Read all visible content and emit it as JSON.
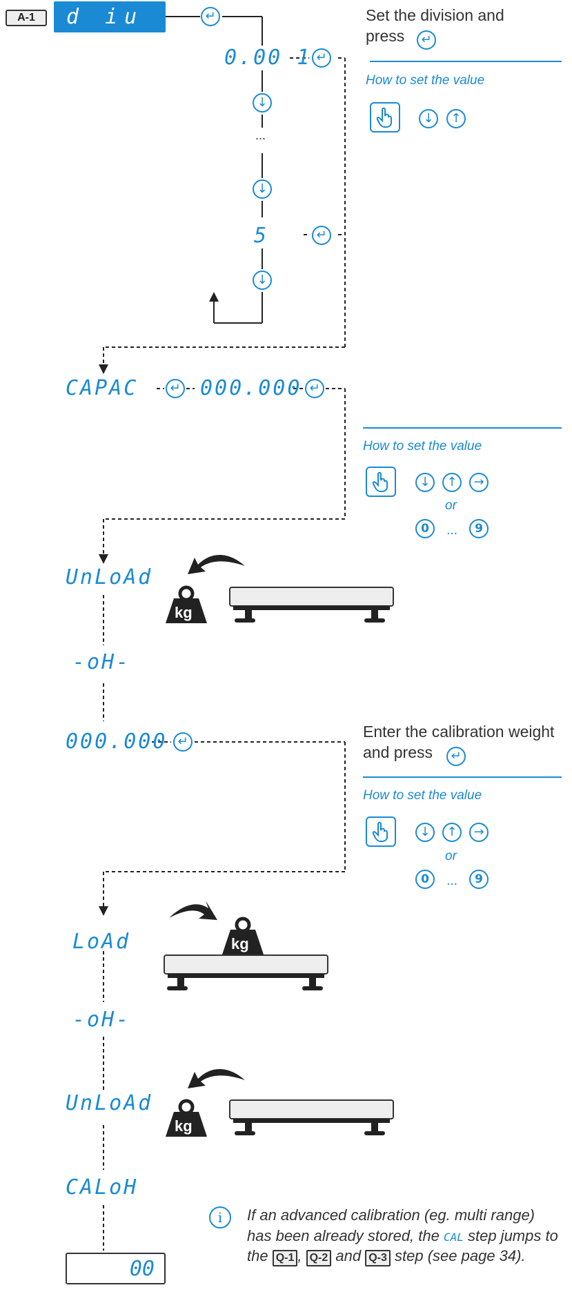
{
  "header": {
    "badge": "A-1",
    "display": "d iu"
  },
  "steps": {
    "div_first": "0.00 1",
    "ellipsis": "...",
    "div_last": "5",
    "capac": "CAPAC",
    "capac_value": "000.000",
    "unload1": "UnLoAd",
    "ok1": "-oH-",
    "calib_value": "000.000",
    "load": "LoAd",
    "ok2": "-oH-",
    "unload2": "UnLoAd",
    "calok": "CALoH",
    "final": "00"
  },
  "text": {
    "set_division_line1": "Set the division and",
    "set_division_line2": "press",
    "how_to_set": "How to set the value",
    "or": "or",
    "dots": "...",
    "num0": "0",
    "num9": "9",
    "enter_calib_line1": "Enter the calibration weight",
    "enter_calib_line2": "and press",
    "weight_label": "kg"
  },
  "note": {
    "part1": "If an advanced calibration (eg. multi range) has been already stored, the ",
    "cal": "CAL",
    "part2": " step jumps to the ",
    "q1": "Q-1",
    "comma": ", ",
    "q2": "Q-2",
    "and": " and ",
    "q3": "Q-3",
    "part3": " step (see page 34)."
  },
  "colors": {
    "accent": "#1a8ad4",
    "text": "#333333"
  }
}
